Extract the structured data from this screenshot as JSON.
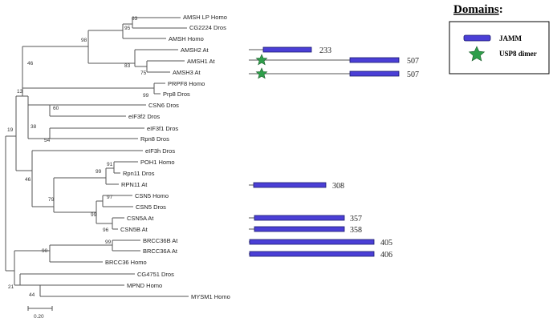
{
  "legend": {
    "title": "Domains",
    "title_suffix": ":",
    "items": [
      {
        "label": "JAMM",
        "icon": "bar-icon",
        "color": "#4b3fd6"
      },
      {
        "label": "USP8 dimer",
        "icon": "star-icon",
        "color": "#2e9e4a"
      }
    ]
  },
  "colors": {
    "jamm": "#4b3fd6",
    "star": "#2e9e4a",
    "branch": "#555555"
  },
  "scale_bar": {
    "label": "0.20"
  },
  "leaves": {
    "amsh_lp_homo": "AMSH LP Homo",
    "cg2224_dros": "CG2224 Dros",
    "amsh_homo": "AMSH Homo",
    "amsh2_at": "AMSH2 At",
    "amsh1_at": "AMSH1 At",
    "amsh3_at": "AMSH3 At",
    "prpf8_homo": "PRPF8 Homo",
    "prp8_dros": "Prp8 Dros",
    "csn6_dros": "CSN6 Dros",
    "eif3f2_dros": "eIF3f2 Dros",
    "eif3f1_dros": "eIF3f1 Dros",
    "rpn8_dros": "Rpn8 Dros",
    "eif3h_dros": "eIF3h Dros",
    "poh1_homo": "POH1 Homo",
    "rpn11_dros": "Rpn11 Dros",
    "rpn11_at": "RPN11 At",
    "csn5_homo": "CSN5 Homo",
    "csn5_dros": "CSN5 Dros",
    "csn5a_at": "CSN5A At",
    "csn5b_at": "CSN5B At",
    "brcc36b_at": "BRCC36B At",
    "brcc36a_at": "BRCC36A At",
    "brcc36_homo": "BRCC36 Homo",
    "cg4751_dros": "CG4751 Dros",
    "mpnd_homo": "MPND Homo",
    "mysm1_homo": "MYSM1 Homo"
  },
  "bootstrap": {
    "b63": "63",
    "b95": "95",
    "b98": "98",
    "b83": "83",
    "b75": "75",
    "b46a": "46",
    "b99a": "99",
    "b13": "13",
    "b60": "60",
    "b38": "38",
    "b54": "54",
    "b19": "19",
    "b91": "91",
    "b99b": "99",
    "b46b": "46",
    "b97": "97",
    "b79": "79",
    "b99c": "99",
    "b96": "96",
    "b99d": "99",
    "b90": "90",
    "b21": "21",
    "b44": "44"
  },
  "protein_lengths": {
    "amsh2_at": "233",
    "amsh1_at": "507",
    "amsh3_at": "507",
    "rpn11_at": "308",
    "csn5a_at": "357",
    "csn5b_at": "358",
    "brcc36b_at": "405",
    "brcc36a_at": "406"
  }
}
